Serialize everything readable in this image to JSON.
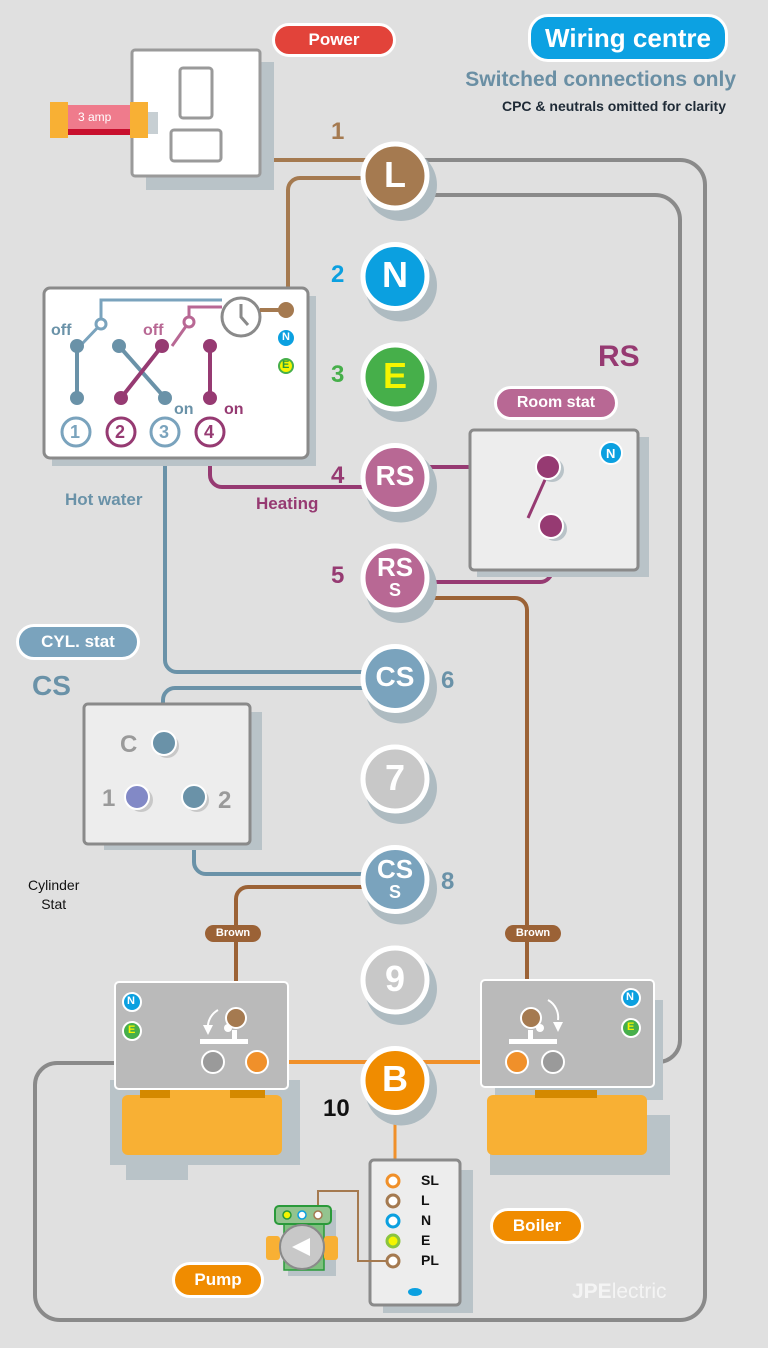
{
  "header": {
    "title": "Wiring centre",
    "subtitle": "Switched connections only",
    "note": "CPC & neutrals omitted for clarity"
  },
  "colors": {
    "live_brown": "#a57a50",
    "neutral_blue": "#0ba0e0",
    "earth_green": "#46af4a",
    "earth_yellow": "#f5f500",
    "room_stat": "#b86894",
    "heating_wire": "#963a72",
    "cyl_stat": "#7aa3bd",
    "hotwater_wire": "#6a92a8",
    "spare_grey": "#c8c8c8",
    "boiler_orange": "#f08c00",
    "power_red": "#e2433a",
    "title_blue": "#0ca1e2",
    "grey_wire": "#8a8a8a",
    "valve_body": "#f8b034"
  },
  "power": {
    "label": "Power",
    "fuse_label": "3 amp"
  },
  "terminals": [
    {
      "number": "1",
      "label": "L",
      "sub": "",
      "color": "#a57a50",
      "number_color": "#a57a50"
    },
    {
      "number": "2",
      "label": "N",
      "sub": "",
      "color": "#0ba0e0",
      "number_color": "#0ba0e0"
    },
    {
      "number": "3",
      "label": "E",
      "sub": "",
      "color": "#46af4a",
      "number_color": "#46af4a"
    },
    {
      "number": "4",
      "label": "RS",
      "sub": "",
      "color": "#b86894",
      "number_color": "#963a72"
    },
    {
      "number": "5",
      "label": "RS",
      "sub": "S",
      "color": "#b86894",
      "number_color": "#963a72"
    },
    {
      "number": "6",
      "label": "CS",
      "sub": "",
      "color": "#7aa3bd",
      "number_color": "#6a92a8"
    },
    {
      "number": "7",
      "label": "7",
      "sub": "",
      "color": "#c8c8c8",
      "number_color": ""
    },
    {
      "number": "8",
      "label": "CS",
      "sub": "S",
      "color": "#7aa3bd",
      "number_color": "#6a92a8"
    },
    {
      "number": "9",
      "label": "9",
      "sub": "",
      "color": "#c8c8c8",
      "number_color": ""
    },
    {
      "number": "10",
      "label": "B",
      "sub": "",
      "color": "#f08c00",
      "number_color": "#111111"
    }
  ],
  "programmer": {
    "off_left": "off",
    "off_right": "off",
    "on_left": "on",
    "on_right": "on",
    "terminals": [
      "1",
      "2",
      "3",
      "4"
    ],
    "n_badge": "N",
    "e_badge": "E",
    "hot_water_label": "Hot water",
    "heating_label": "Heating"
  },
  "room_stat": {
    "heading": "RS",
    "label": "Room stat",
    "n_badge": "N"
  },
  "cylinder_stat": {
    "label": "CYL. stat",
    "heading": "CS",
    "terminal_c": "C",
    "terminal_1": "1",
    "terminal_2": "2",
    "caption_line1": "Cylinder",
    "caption_line2": "Stat"
  },
  "zone_valves": {
    "left": {
      "wire_tag": "Brown",
      "n_badge": "N",
      "e_badge": "E"
    },
    "right": {
      "wire_tag": "Brown",
      "n_badge": "N",
      "e_badge": "E"
    }
  },
  "boiler": {
    "label": "Boiler",
    "terminals": [
      "SL",
      "L",
      "N",
      "E",
      "PL"
    ]
  },
  "pump": {
    "label": "Pump"
  },
  "brand": {
    "bold": "JPE",
    "light": "lectric"
  }
}
